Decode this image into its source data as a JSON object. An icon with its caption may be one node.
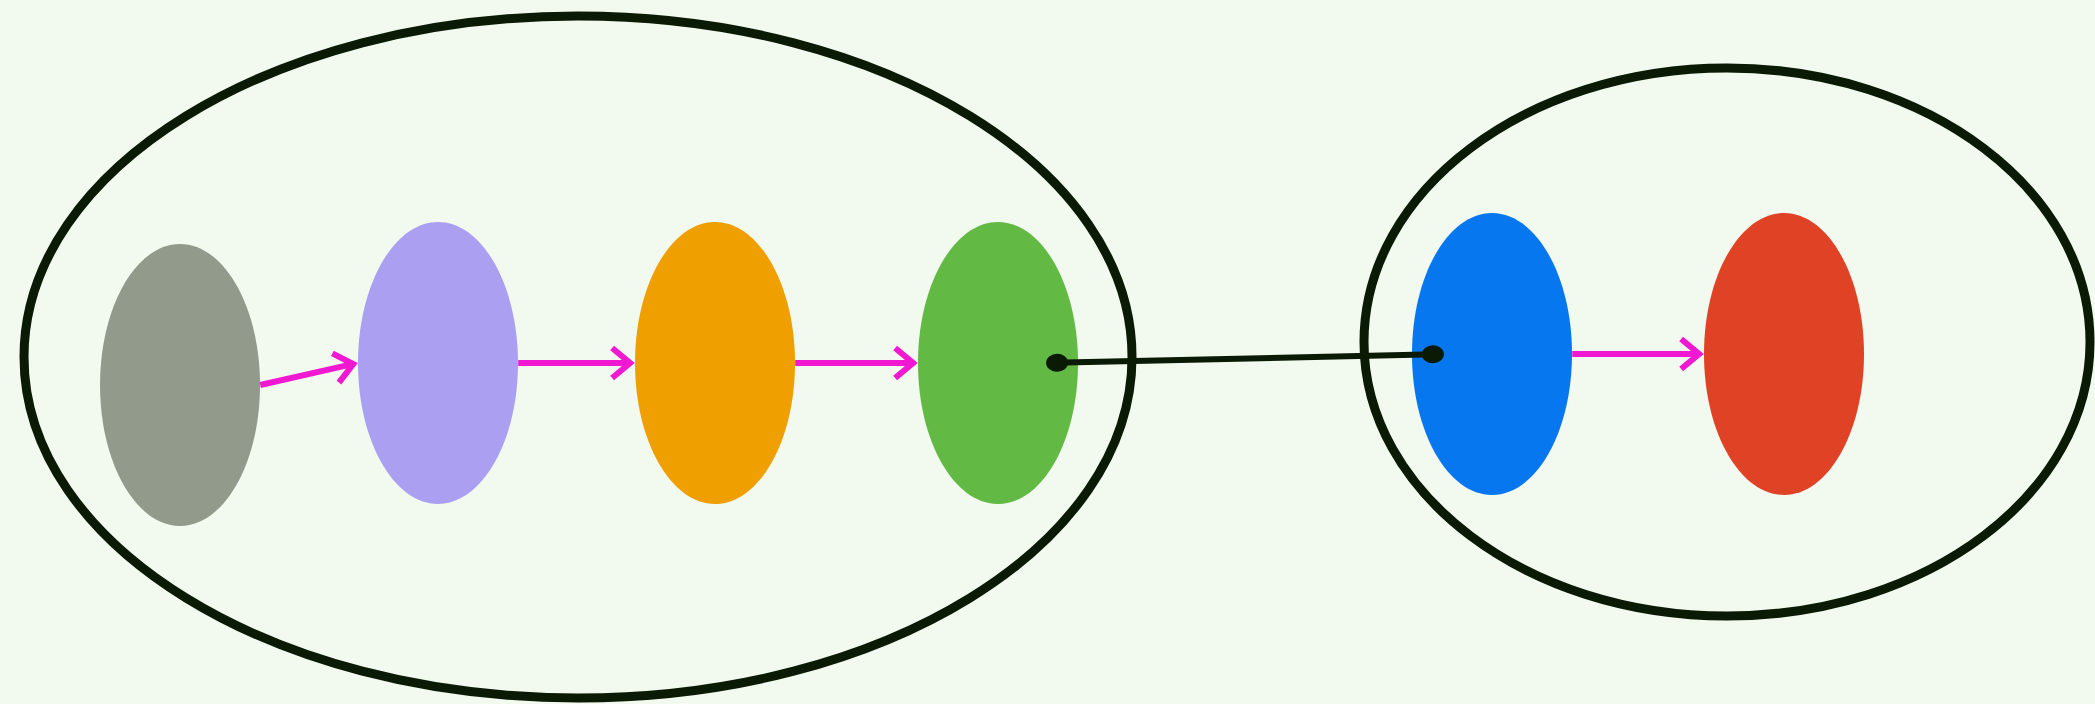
{
  "diagram": {
    "nodes": [
      {
        "text": [],
        "shape": "ellipse"
      },
      {
        "text": [],
        "shape": "ellipse",
        "in": 0
      },
      {
        "text": [],
        "shape": "ellipse",
        "in": 0
      },
      {
        "text": [],
        "shape": "ellipse",
        "in": 0
      },
      {
        "text": [],
        "shape": "ellipse",
        "in": 0
      },
      {
        "text": [],
        "shape": "ellipse"
      },
      {
        "text": [],
        "shape": "ellipse",
        "in": 5
      },
      {
        "text": [],
        "shape": "ellipse",
        "in": 5
      }
    ],
    "edges": [
      {
        "from": 1,
        "to": 2,
        "arrow": "to"
      },
      {
        "from": 2,
        "to": 3,
        "arrow": "to"
      },
      {
        "from": 3,
        "to": 4,
        "arrow": "to"
      },
      {
        "from": 4,
        "to": 6,
        "arrow": "other",
        "color": "#0a1a05"
      },
      {
        "from": 6,
        "to": 7,
        "arrow": "to"
      }
    ]
  }
}
